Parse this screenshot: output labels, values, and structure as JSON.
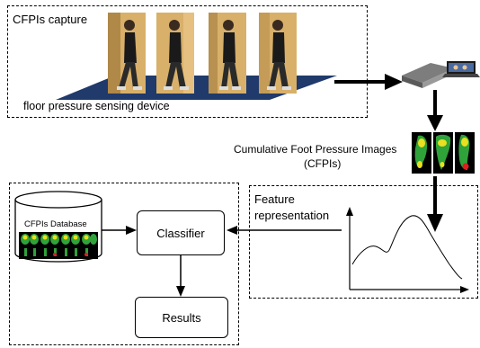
{
  "capture_panel": {
    "title": "CFPIs capture",
    "device_label": "floor pressure sensing device"
  },
  "cfpi": {
    "caption_line1": "Cumulative Foot Pressure Images",
    "caption_line2": "(CFPIs)"
  },
  "feature": {
    "label_line1": "Feature",
    "label_line2": "representation"
  },
  "database": {
    "label": "CFPIs Database"
  },
  "classifier": {
    "label": "Classifier"
  },
  "results": {
    "label": "Results"
  },
  "colors": {
    "floor_mat": "#1f3a6b",
    "pressure_bg": "#000000",
    "pressure_low": "#2fa23a",
    "pressure_mid": "#e8e020",
    "pressure_high": "#d82020"
  }
}
